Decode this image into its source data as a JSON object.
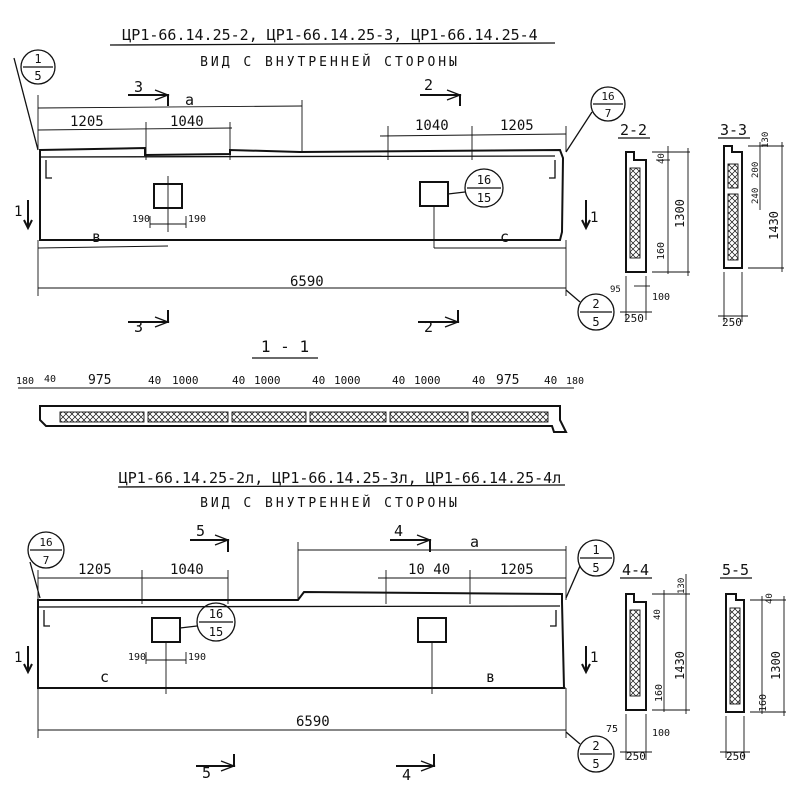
{
  "top": {
    "title": "ЦР1-66.14.25-2, ЦР1-66.14.25-3, ЦР1-66.14.25-4",
    "subtitle": "ВИД С ВНУТРЕННЕЙ СТОРОНЫ",
    "dims": {
      "d1205a": "1205",
      "d1040a": "1040",
      "d1040b": "1040",
      "d1205b": "1205",
      "d6590": "6590",
      "d190a": "190",
      "d190b": "190",
      "a": "а",
      "b": "в",
      "c": "с"
    },
    "markers": {
      "m1": "1",
      "m2": "2",
      "m3": "3"
    },
    "callouts": {
      "c1_top": "1",
      "c1_bot": "5",
      "c2_top": "16",
      "c2_bot": "7",
      "c3_top": "16",
      "c3_bot": "15",
      "c4_top": "2",
      "c4_bot": "5"
    },
    "sec22": {
      "label": "2-2",
      "d40": "40",
      "d1300": "1300",
      "d160": "160",
      "d95": "95",
      "d100": "100",
      "d250": "250"
    },
    "sec33": {
      "label": "3-3",
      "d130": "130",
      "d200": "200",
      "d240": "240",
      "d1430": "1430",
      "d250": "250"
    }
  },
  "sec11": {
    "label": "1 - 1",
    "dims": [
      "180",
      "40",
      "975",
      "40",
      "1000",
      "40",
      "1000",
      "40",
      "1000",
      "40",
      "1000",
      "40",
      "975",
      "40",
      "180"
    ]
  },
  "bottom": {
    "title": "ЦР1-66.14.25-2л, ЦР1-66.14.25-3л, ЦР1-66.14.25-4л",
    "subtitle": "ВИД С ВНУТРЕННЕЙ СТОРОНЫ",
    "dims": {
      "d1205a": "1205",
      "d1040a": "1040",
      "d1040b": "10 40",
      "d1205b": "1205",
      "d6590": "6590",
      "d190a": "190",
      "d190b": "190",
      "a": "а",
      "b": "в",
      "c": "с"
    },
    "markers": {
      "m1": "1",
      "m4": "4",
      "m5": "5"
    },
    "callouts": {
      "c1_top": "16",
      "c1_bot": "7",
      "c2_top": "16",
      "c2_bot": "15",
      "c3_top": "1",
      "c3_bot": "5",
      "c4_top": "2",
      "c4_bot": "5"
    },
    "sec44": {
      "label": "4-4",
      "d130": "130",
      "d40": "40",
      "d1430": "1430",
      "d160": "160",
      "d75": "75",
      "d100": "100",
      "d250": "250"
    },
    "sec55": {
      "label": "5-5",
      "d40": "40",
      "d1300": "1300",
      "d160": "160",
      "d250": "250"
    }
  }
}
